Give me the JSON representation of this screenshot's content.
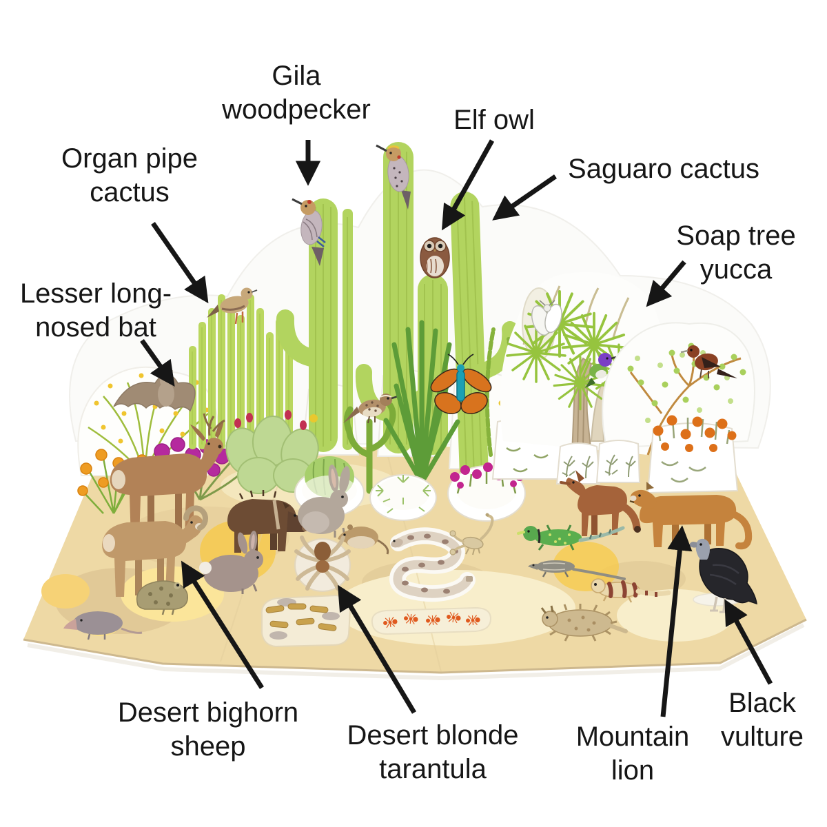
{
  "figure": {
    "type": "labeled-diagram",
    "background": "#ffffff",
    "subject": "paper pop-up desert ecosystem model"
  },
  "palette": {
    "label_text": "#161616",
    "arrow": "#161616",
    "mat_sand": "#eed9a5",
    "mat_patch_yellow": "#f6ca4e",
    "mat_patch_cream": "#f8eecb",
    "cactus_green": "#b2d45f",
    "deep_green": "#5d9c38",
    "flower_orange": "#ee9c23",
    "flower_magenta": "#b52a9e",
    "flower_yellow": "#f0c52f",
    "animal_tan": "#c5833d",
    "vulture_black": "#26262b"
  },
  "labels": [
    {
      "id": "gila-woodpecker",
      "lines": [
        "Gila",
        "woodpecker"
      ]
    },
    {
      "id": "elf-owl",
      "lines": [
        "Elf owl"
      ]
    },
    {
      "id": "saguaro-cactus",
      "lines": [
        "Saguaro cactus"
      ]
    },
    {
      "id": "organ-pipe-cactus",
      "lines": [
        "Organ pipe",
        "cactus"
      ]
    },
    {
      "id": "soap-tree-yucca",
      "lines": [
        "Soap tree",
        "yucca"
      ]
    },
    {
      "id": "lesser-long-nosed-bat",
      "lines": [
        "Lesser long-",
        "nosed bat"
      ]
    },
    {
      "id": "desert-bighorn-sheep",
      "lines": [
        "Desert bighorn",
        "sheep"
      ]
    },
    {
      "id": "desert-blonde-tarantula",
      "lines": [
        "Desert blonde",
        "tarantula"
      ]
    },
    {
      "id": "mountain-lion",
      "lines": [
        "Mountain",
        "lion"
      ]
    },
    {
      "id": "black-vulture",
      "lines": [
        "Black",
        "vulture"
      ]
    }
  ]
}
